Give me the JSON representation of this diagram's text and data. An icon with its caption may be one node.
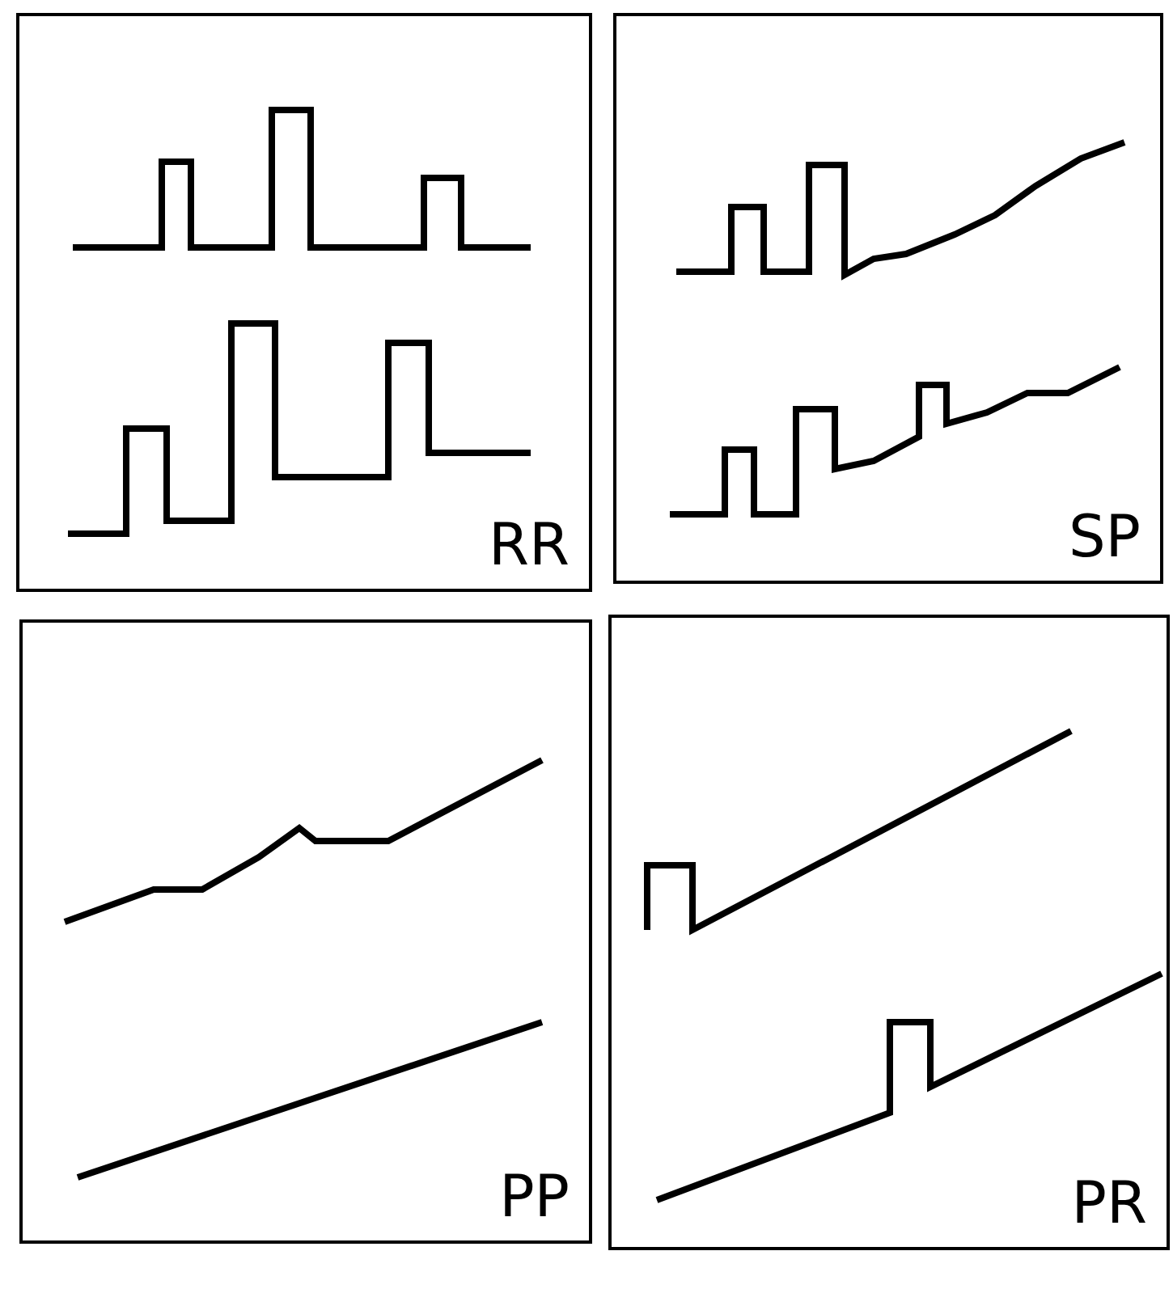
{
  "diagram": {
    "nodes": [
      {
        "text": [
          "RR"
        ]
      },
      {
        "text": [
          "SP"
        ]
      },
      {
        "text": [
          "PP"
        ]
      },
      {
        "text": [
          "PR"
        ]
      }
    ]
  }
}
